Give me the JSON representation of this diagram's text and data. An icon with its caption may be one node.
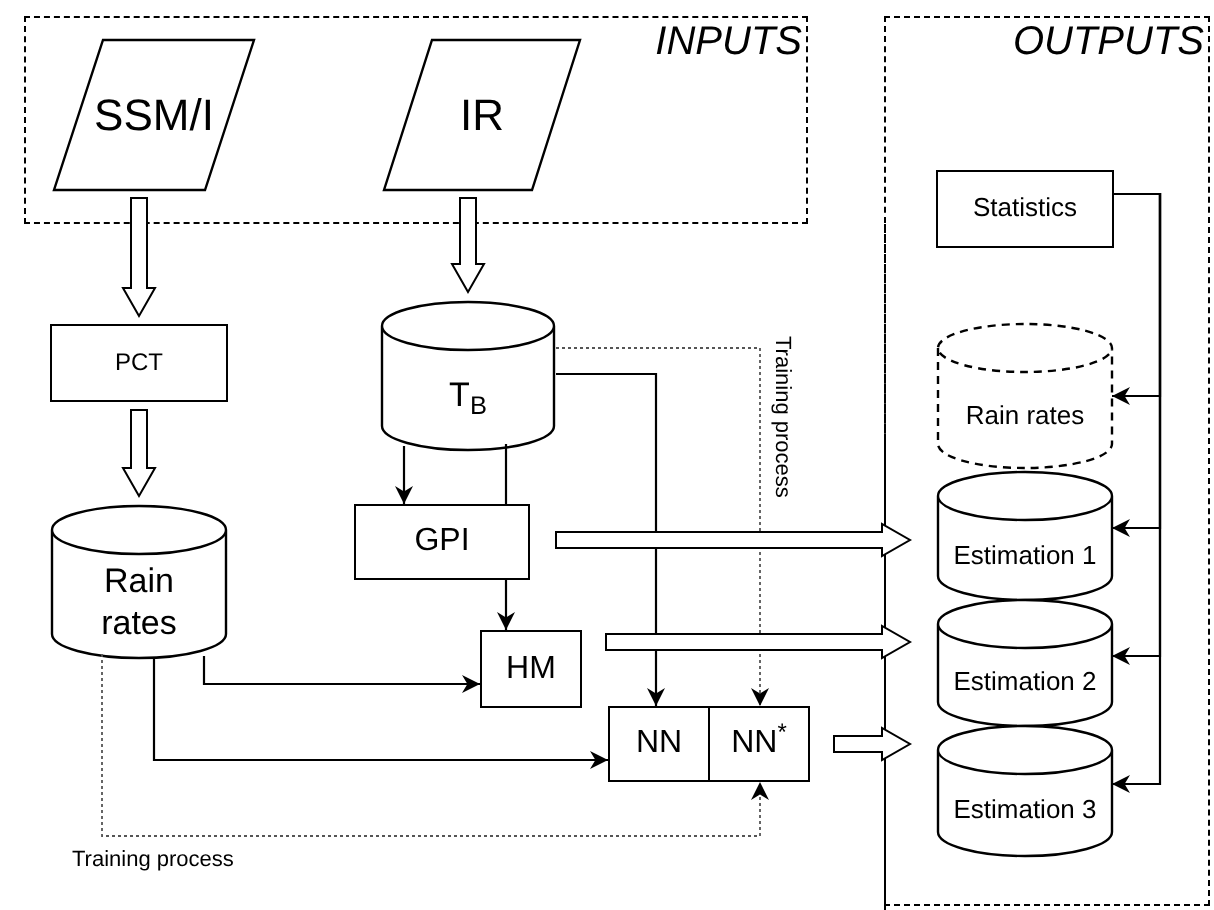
{
  "diagram": {
    "nodes": [
      {
        "text": [
          "INPUTS"
        ]
      },
      {
        "text": [
          "SSM/I"
        ],
        "in": 0
      },
      {
        "text": [
          "IR"
        ],
        "in": 0
      },
      {
        "text": [
          "OUTPUTS"
        ]
      },
      {
        "text": [
          "PCT"
        ]
      },
      {
        "text": [
          "T$_{B}$"
        ]
      },
      {
        "text": [
          "Rain rates"
        ]
      },
      {
        "text": [
          "GPI"
        ]
      },
      {
        "text": [
          "HM"
        ]
      },
      {
        "text": [
          "NN"
        ]
      },
      {
        "text": [
          "NN$^{*}$"
        ]
      },
      {
        "text": [
          "Statistics"
        ],
        "in": 3
      },
      {
        "text": [
          "Rain rates"
        ],
        "in": 3
      },
      {
        "text": [
          "Estimation 1"
        ],
        "in": 3
      },
      {
        "text": [
          "Estimation 2"
        ],
        "in": 3
      },
      {
        "text": [
          "Estimation 3"
        ],
        "in": 3
      }
    ],
    "edges": [
      {
        "from": 1,
        "to": 4,
        "arrow": "to",
        "style": "thick"
      },
      {
        "from": 2,
        "to": 5,
        "arrow": "to",
        "style": "thick"
      },
      {
        "from": 4,
        "to": 6,
        "arrow": "to",
        "style": "thick"
      },
      {
        "from": 5,
        "to": 7,
        "arrow": "to"
      },
      {
        "from": 5,
        "to": 7,
        "arrow": "none"
      },
      {
        "from": 7,
        "to": 8,
        "arrow": "to"
      },
      {
        "from": 5,
        "to": 9,
        "arrow": "to"
      },
      {
        "from": 5,
        "to": 10,
        "arrow": "to",
        "style": "dashed",
        "label": "Training process"
      },
      {
        "from": 6,
        "to": 8,
        "arrow": "to"
      },
      {
        "from": 6,
        "to": 9,
        "arrow": "to"
      },
      {
        "from": 6,
        "to": 10,
        "arrow": "to",
        "style": "dashed",
        "label": "Training process"
      },
      {
        "from": 7,
        "to": 13,
        "arrow": "to",
        "style": "thick"
      },
      {
        "from": 8,
        "to": 14,
        "arrow": "to",
        "style": "thick"
      },
      {
        "from": 10,
        "to": 15,
        "arrow": "to",
        "style": "thick"
      },
      {
        "from": 11,
        "to": 12,
        "arrow": "to"
      },
      {
        "from": 11,
        "to": 13,
        "arrow": "to"
      },
      {
        "from": 11,
        "to": 14,
        "arrow": "to"
      },
      {
        "from": 11,
        "to": 15,
        "arrow": "to"
      }
    ]
  }
}
